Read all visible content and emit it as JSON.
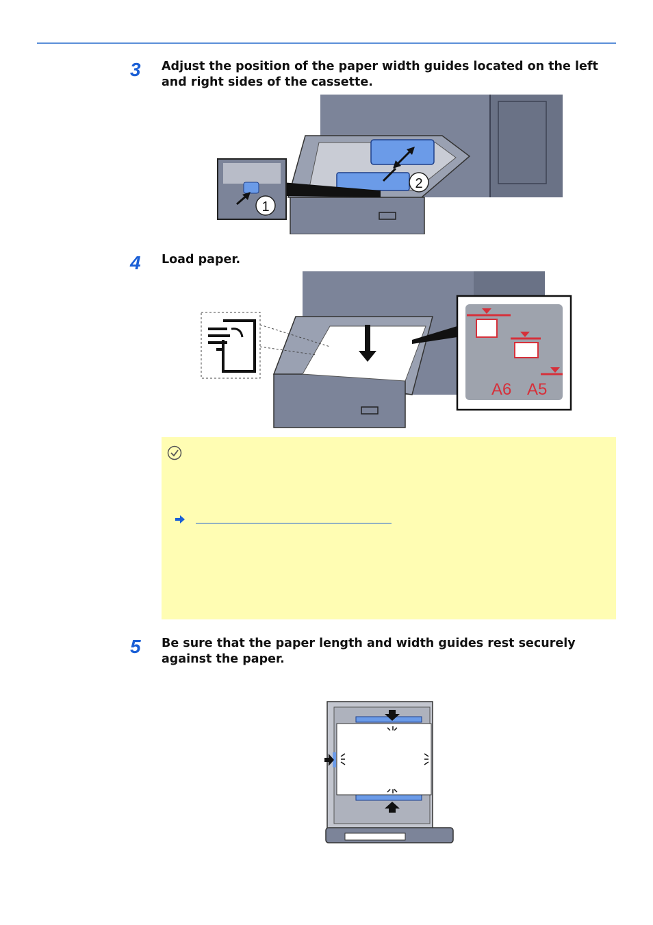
{
  "steps": [
    {
      "number": "3",
      "text": "Adjust the position of the paper width guides located on the left and right sides of the cassette."
    },
    {
      "number": "4",
      "text": "Load paper."
    },
    {
      "number": "5",
      "text": "Be sure that the paper length and width guides rest securely against the paper."
    }
  ],
  "figure1": {
    "callout_1": "1",
    "callout_2": "2"
  },
  "figure2": {
    "label_a6": "A6",
    "label_a5": "A5"
  },
  "note": {
    "icon": "check-circle-icon",
    "link_icon": "arrow-right-icon",
    "link_text": ""
  },
  "colors": {
    "accent": "#1a5fd6",
    "rule": "#5b8fd8",
    "note_bg": "#fffdb3",
    "guide_blue": "#6b9be8",
    "tray_gray": "#7c8499",
    "mark_red": "#d6303a"
  }
}
